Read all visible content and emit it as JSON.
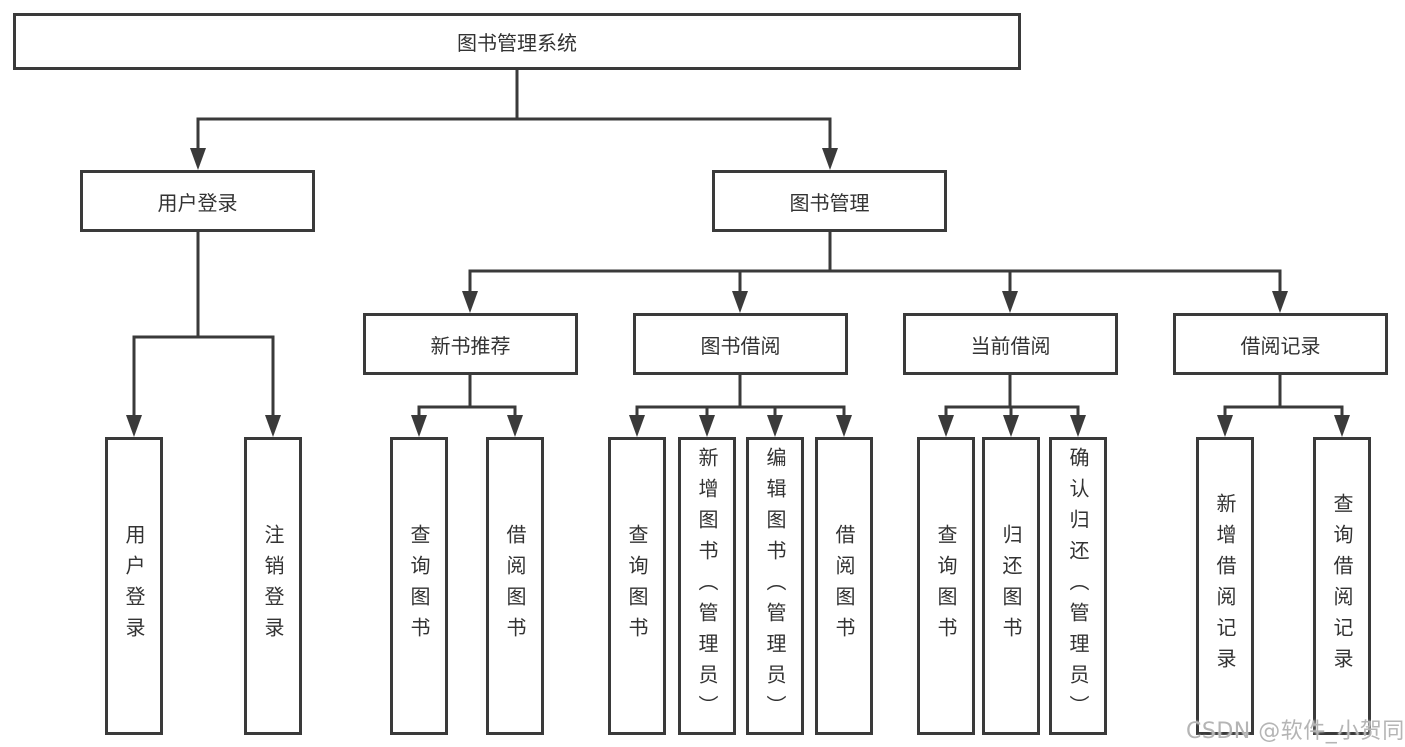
{
  "colors": {
    "background": "#ffffff",
    "line": "#3a3a3a",
    "box_border": "#3a3a3a",
    "text": "#333333",
    "watermark": "#b5b5b5"
  },
  "nodes": {
    "root": "图书管理系统",
    "user_login": "用户登录",
    "book_mgmt": "图书管理",
    "new_book_rec": "新书推荐",
    "book_borrow": "图书借阅",
    "current_borrow": "当前借阅",
    "borrow_record": "借阅记录",
    "leaf_user_login": "用户登录",
    "leaf_logout": "注销登录",
    "leaf_query_book_newrec": "查询图书",
    "leaf_borrow_book_newrec": "借阅图书",
    "leaf_query_book_borrow": "查询图书",
    "leaf_add_book_admin": "新增图书（管理员）",
    "leaf_edit_book_admin": "编辑图书（管理员）",
    "leaf_borrow_book_borrow": "借阅图书",
    "leaf_query_book_current": "查询图书",
    "leaf_return_book": "归还图书",
    "leaf_confirm_return_admin": "确认归还（管理员）",
    "leaf_add_borrow_record": "新增借阅记录",
    "leaf_query_borrow_record": "查询借阅记录"
  },
  "hierarchy": [
    {
      "parent": "图书管理系统",
      "children": [
        "用户登录",
        "图书管理"
      ]
    },
    {
      "parent": "用户登录",
      "children": [
        "用户登录",
        "注销登录"
      ]
    },
    {
      "parent": "图书管理",
      "children": [
        "新书推荐",
        "图书借阅",
        "当前借阅",
        "借阅记录"
      ]
    },
    {
      "parent": "新书推荐",
      "children": [
        "查询图书",
        "借阅图书"
      ]
    },
    {
      "parent": "图书借阅",
      "children": [
        "查询图书",
        "新增图书（管理员）",
        "编辑图书（管理员）",
        "借阅图书"
      ]
    },
    {
      "parent": "当前借阅",
      "children": [
        "查询图书",
        "归还图书",
        "确认归还（管理员）"
      ]
    },
    {
      "parent": "借阅记录",
      "children": [
        "新增借阅记录",
        "查询借阅记录"
      ]
    }
  ],
  "watermark": {
    "text": "CSDN @软件_小贺同学"
  }
}
